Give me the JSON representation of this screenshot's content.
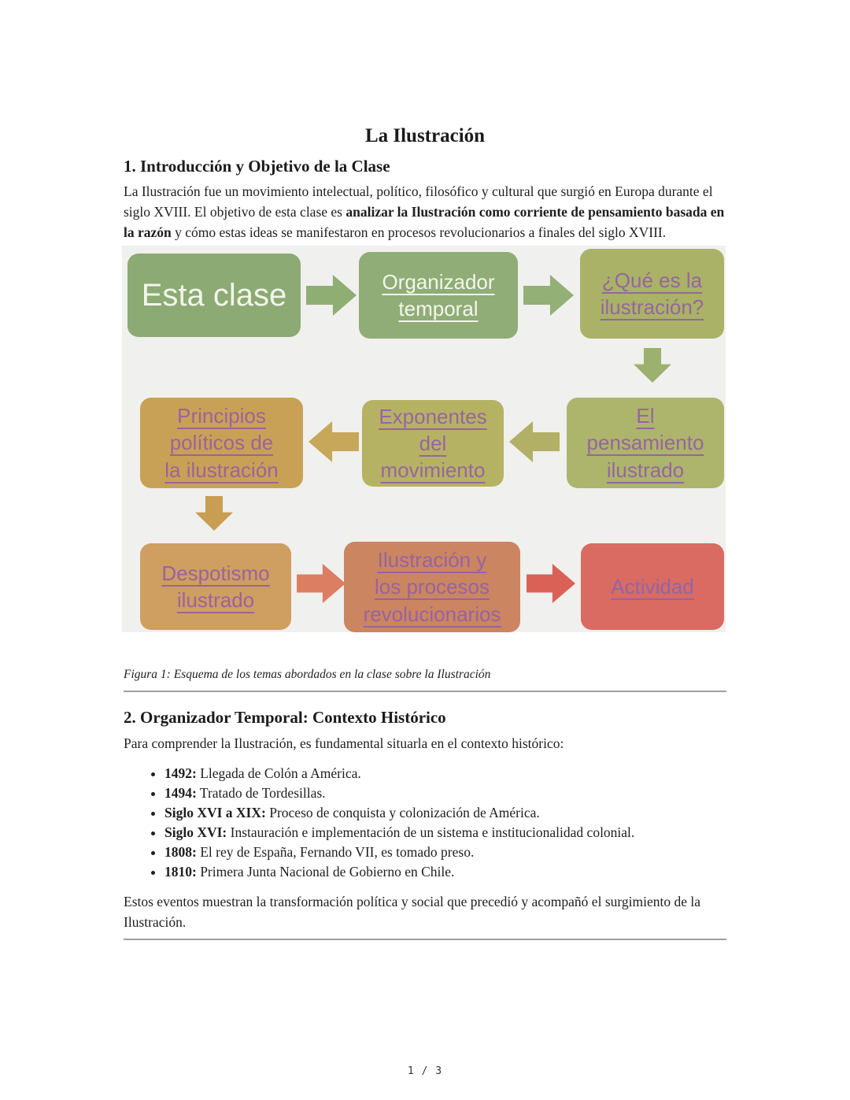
{
  "page": {
    "title": "La Ilustración",
    "footer": "1 / 3"
  },
  "section1": {
    "heading": "1. Introducción y Objetivo de la Clase",
    "para_pre": "La Ilustración fue un movimiento intelectual, político, filosófico y cultural que surgió en Europa durante el siglo XVIII. El objetivo de esta clase es ",
    "para_bold": "analizar la Ilustración como corriente de pensamiento basada en la razón",
    "para_post": " y cómo estas ideas se manifestaron en procesos revolucionarios a finales del siglo XVIII."
  },
  "figure": {
    "caption": "Figura 1: Esquema de los temas abordados en la clase sobre la Ilustración",
    "diagram": {
      "bg": "#f0f0ee",
      "boxes": [
        {
          "label": "Esta clase",
          "bg": "#8caa73",
          "fg": "#f3f6eb",
          "underline": false
        },
        {
          "label": "Organizador\ntemporal",
          "bg": "#90ad77",
          "fg": "#f3f6eb",
          "underline": true
        },
        {
          "label": "¿Qué es la\nilustración?",
          "bg": "#a9b267",
          "fg": "#97659e",
          "underline": true
        },
        {
          "label": "Principios\npolíticos de\nla ilustración",
          "bg": "#c9a156",
          "fg": "#9c639b",
          "underline": true
        },
        {
          "label": "Exponentes\ndel\nmovimiento",
          "bg": "#b6b264",
          "fg": "#97659e",
          "underline": true
        },
        {
          "label": "El\npensamiento\nilustrado",
          "bg": "#adb46c",
          "fg": "#97659e",
          "underline": true
        },
        {
          "label": "Despotismo\nilustrado",
          "bg": "#cf9e61",
          "fg": "#9c639b",
          "underline": true
        },
        {
          "label": "Ilustración y\nlos procesos\nrevolucionarios",
          "bg": "#cb8560",
          "fg": "#9663a2",
          "underline": true
        },
        {
          "label": "Actividad",
          "bg": "#d96b62",
          "fg": "#8f65a8",
          "underline": true
        }
      ],
      "arrows": [
        {
          "dir": "right",
          "color": "#8fae74"
        },
        {
          "dir": "right",
          "color": "#93b077"
        },
        {
          "dir": "down",
          "color": "#9cb16d"
        },
        {
          "dir": "left",
          "color": "#c7a75a"
        },
        {
          "dir": "left",
          "color": "#b1b066"
        },
        {
          "dir": "down",
          "color": "#c89e52"
        },
        {
          "dir": "right",
          "color": "#dc7e61"
        },
        {
          "dir": "right",
          "color": "#d96156"
        }
      ]
    }
  },
  "section2": {
    "heading": "2. Organizador Temporal: Contexto Histórico",
    "intro": "Para comprender la Ilustración, es fundamental situarla en el contexto histórico:",
    "bullets": [
      {
        "label": "1492:",
        "text": " Llegada de Colón a América."
      },
      {
        "label": "1494:",
        "text": " Tratado de Tordesillas."
      },
      {
        "label": "Siglo XVI a XIX:",
        "text": " Proceso de conquista y colonización de América."
      },
      {
        "label": "Siglo XVI:",
        "text": " Instauración e implementación de un sistema e institucionalidad colonial."
      },
      {
        "label": "1808:",
        "text": " El rey de España, Fernando VII, es tomado preso."
      },
      {
        "label": "1810:",
        "text": " Primera Junta Nacional de Gobierno en Chile."
      }
    ],
    "outro": "Estos eventos muestran la transformación política y social que precedió y acompañó el surgimiento de la Ilustración."
  }
}
